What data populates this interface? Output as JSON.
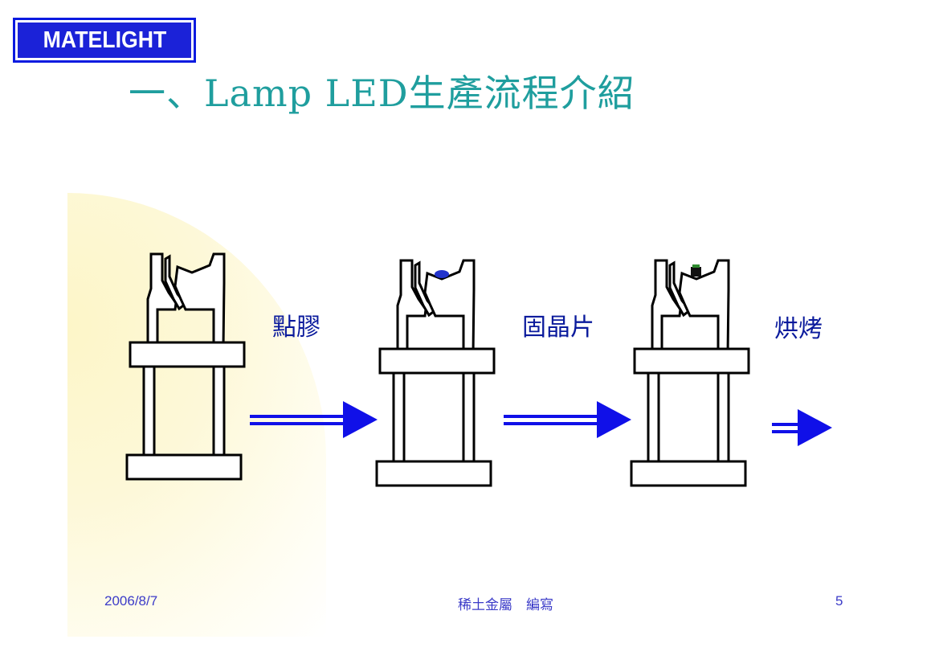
{
  "logo": {
    "text": "MATELIGHT"
  },
  "title": "一、Lamp LED生產流程介紹",
  "steps": [
    {
      "label": "點膠"
    },
    {
      "label": "固晶片"
    },
    {
      "label": "烘烤"
    }
  ],
  "footer": {
    "date": "2006/8/7",
    "author": "稀土金屬　編寫",
    "page_number": "5"
  },
  "colors": {
    "title": "#1f9e9e",
    "logo_blue": "#1b22d8",
    "arrow_blue": "#1010e8",
    "label_navy": "#0a1a9c",
    "footer_text": "#3b3bc8",
    "glue_dot": "#2233cc",
    "chip": "#111111",
    "chip_top": "#2e8b2e"
  }
}
